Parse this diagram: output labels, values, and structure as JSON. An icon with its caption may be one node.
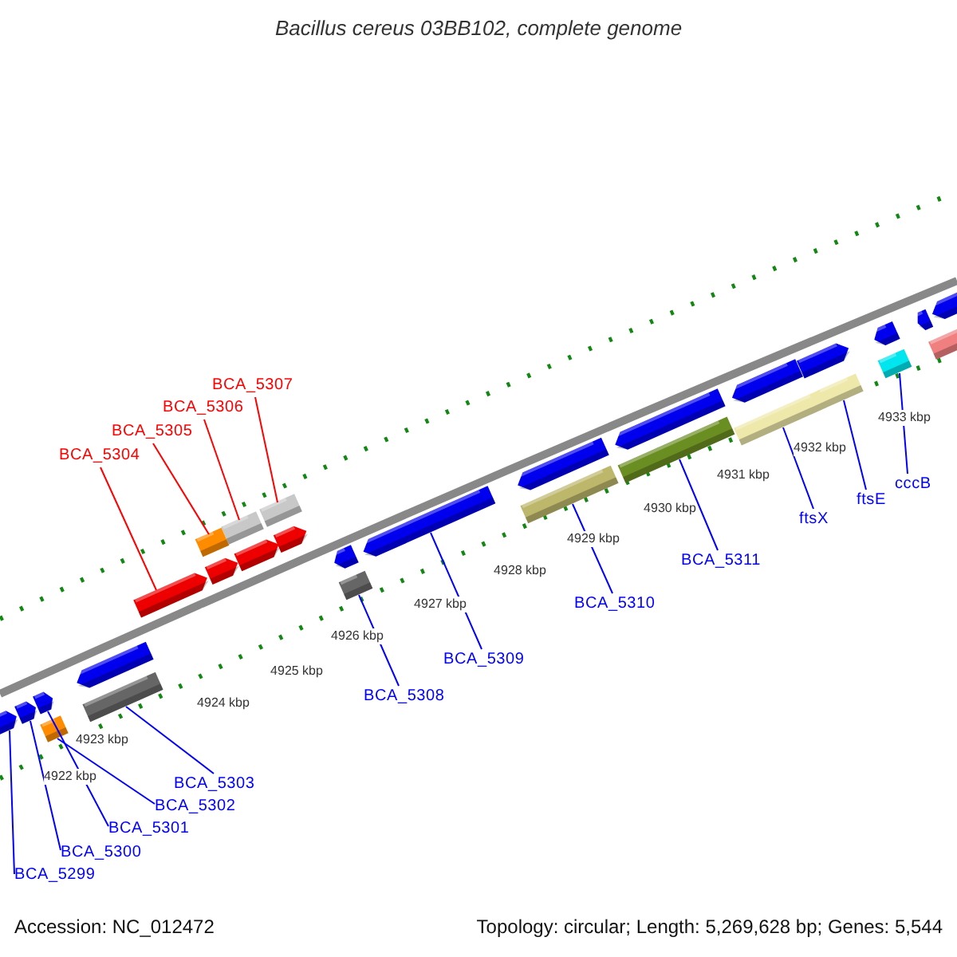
{
  "diagram": {
    "title": "Bacillus cereus 03BB102, complete genome",
    "nodes": [
      {
        "text": [
          "BCA_5307"
        ]
      },
      {
        "text": [
          "BCA_5306"
        ]
      },
      {
        "text": [
          "BCA_5305"
        ]
      },
      {
        "text": [
          "BCA_5304"
        ]
      },
      {
        "text": [
          "cccB"
        ]
      },
      {
        "text": [
          "ftsE"
        ]
      },
      {
        "text": [
          "ftsX"
        ]
      },
      {
        "text": [
          "BCA_5311"
        ]
      },
      {
        "text": [
          "BCA_5310"
        ]
      },
      {
        "text": [
          "BCA_5309"
        ]
      },
      {
        "text": [
          "BCA_5308"
        ]
      },
      {
        "text": [
          "BCA_5303"
        ]
      },
      {
        "text": [
          "BCA_5302"
        ]
      },
      {
        "text": [
          "BCA_5301"
        ]
      },
      {
        "text": [
          "BCA_5300"
        ]
      },
      {
        "text": [
          "BCA_5299"
        ]
      },
      {
        "text": [],
        "shape": "bar"
      },
      {
        "text": [],
        "shape": "bar"
      },
      {
        "text": [],
        "shape": "bar"
      },
      {
        "text": [],
        "shape": "pentagon"
      },
      {
        "text": [],
        "shape": "bar"
      },
      {
        "text": [],
        "shape": "bar"
      },
      {
        "text": [],
        "shape": "bar"
      },
      {
        "text": [],
        "shape": "bar"
      },
      {
        "text": [],
        "shape": "bar"
      },
      {
        "text": [],
        "shape": "pentagon"
      },
      {
        "text": [],
        "shape": "bar"
      },
      {
        "text": [],
        "shape": "bar"
      },
      {
        "text": [],
        "shape": "bar"
      },
      {
        "text": [],
        "shape": "pentagon"
      },
      {
        "text": [],
        "shape": "pentagon"
      },
      {
        "text": [],
        "shape": "pentagon"
      },
      {
        "text": [],
        "shape": "pentagon"
      },
      {
        "text": [],
        "shape": "pentagon"
      },
      {
        "text": [],
        "shape": "pentagon"
      },
      {
        "text": [],
        "shape": "pentagon"
      },
      {
        "text": [],
        "shape": "pentagon"
      },
      {
        "text": [],
        "shape": "pentagon"
      },
      {
        "text": [],
        "shape": "pentagon"
      },
      {
        "text": [],
        "shape": "pentagon"
      },
      {
        "text": [],
        "shape": "pentagon"
      },
      {
        "text": [],
        "shape": "pentagon"
      },
      {
        "text": [],
        "shape": "pentagon"
      },
      {
        "text": [],
        "shape": "bar"
      },
      {
        "text": [],
        "shape": "pentagon"
      }
    ],
    "edges": [
      {
        "from": 0,
        "to": 16,
        "arrow": "none",
        "color": "#ff0000"
      },
      {
        "from": 1,
        "to": 17,
        "arrow": "none",
        "color": "#ff0000"
      },
      {
        "from": 2,
        "to": 18,
        "arrow": "none",
        "color": "#ff0000"
      },
      {
        "from": 3,
        "to": 19,
        "arrow": "none",
        "color": "#ff0000"
      },
      {
        "from": 4,
        "to": 20,
        "arrow": "none"
      },
      {
        "from": 5,
        "to": 21,
        "arrow": "none"
      },
      {
        "from": 6,
        "to": 22,
        "arrow": "none"
      },
      {
        "from": 7,
        "to": 23,
        "arrow": "none"
      },
      {
        "from": 8,
        "to": 24,
        "arrow": "none"
      },
      {
        "from": 9,
        "to": 25,
        "arrow": "none"
      },
      {
        "from": 10,
        "to": 26,
        "arrow": "none"
      },
      {
        "from": 11,
        "to": 27,
        "arrow": "none"
      },
      {
        "from": 12,
        "to": 28,
        "arrow": "none"
      },
      {
        "from": 13,
        "to": 29,
        "arrow": "none"
      },
      {
        "from": 14,
        "to": 30,
        "arrow": "none"
      },
      {
        "from": 15,
        "to": 31,
        "arrow": "none"
      }
    ],
    "labels": [
      "4933 kbp",
      "4932 kbp",
      "4931 kbp",
      "4930 kbp",
      "4929 kbp",
      "4928 kbp",
      "4927 kbp",
      "4926 kbp",
      "4925 kbp",
      "4924 kbp",
      "4923 kbp",
      "4922 kbp",
      "Accession: NC_012472",
      "Topology: circular; Length: 5,269,628 bp; Genes: 5,544"
    ]
  }
}
